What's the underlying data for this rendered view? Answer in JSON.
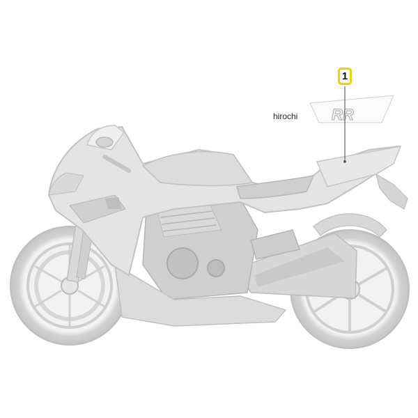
{
  "diagram": {
    "callout": {
      "number": "1",
      "border_color": "#f2d200"
    },
    "watermark": {
      "text": "hirochi"
    },
    "decal_logo": {
      "text": "RR"
    },
    "colors": {
      "body_fill": "#e3e3e3",
      "body_stroke": "#c2c2c2",
      "dark_fill": "#bdbdbd",
      "tire": "#cfcfcf",
      "rim": "#ededed",
      "leader_line": "#444444"
    }
  }
}
